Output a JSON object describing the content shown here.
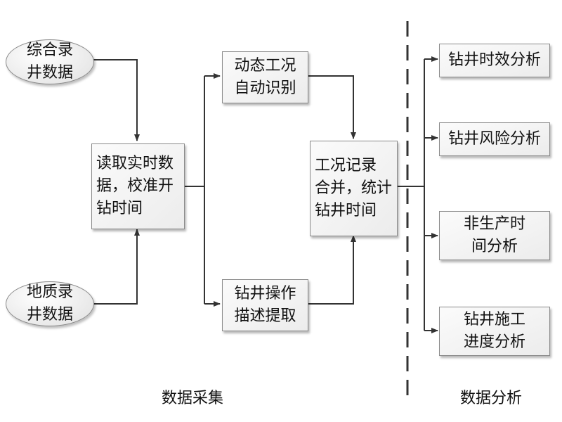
{
  "inputs": {
    "mud_logging": [
      "综合录",
      "井数据"
    ],
    "geo_logging": [
      "地质录",
      "井数据"
    ]
  },
  "process": {
    "read_data": [
      "读取实时数",
      "据，校准开",
      "钻时间"
    ],
    "condition_recognition": [
      "动态工况",
      "自动识别"
    ],
    "operation_extract": [
      "钻井操作",
      "描述提取"
    ],
    "merge_stats": [
      "工况记录",
      "合并，统计",
      "钻井时间"
    ]
  },
  "analysis": {
    "time_efficiency": "钻井时效分析",
    "risk": "钻井风险分析",
    "npt": [
      "非生产时",
      "间分析"
    ],
    "progress": [
      "钻井施工",
      "进度分析"
    ]
  },
  "sections": {
    "collection": "数据采集",
    "analysis": "数据分析"
  }
}
